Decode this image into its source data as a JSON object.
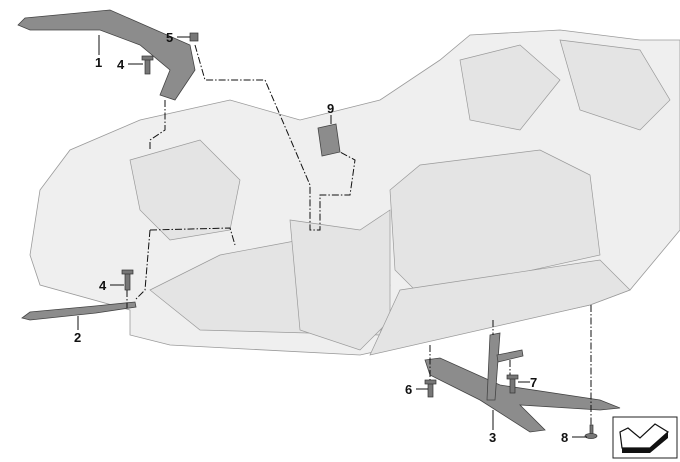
{
  "diagram": {
    "callouts": [
      {
        "id": "1",
        "label": "1"
      },
      {
        "id": "4a",
        "label": "4"
      },
      {
        "id": "5",
        "label": "5"
      },
      {
        "id": "9",
        "label": "9"
      },
      {
        "id": "4b",
        "label": "4"
      },
      {
        "id": "2",
        "label": "2"
      },
      {
        "id": "6",
        "label": "6"
      },
      {
        "id": "7",
        "label": "7"
      },
      {
        "id": "3",
        "label": "3"
      },
      {
        "id": "8",
        "label": "8"
      }
    ],
    "colors": {
      "body": "#efefef",
      "part": "#8c8c8c",
      "line": "#111111"
    }
  }
}
